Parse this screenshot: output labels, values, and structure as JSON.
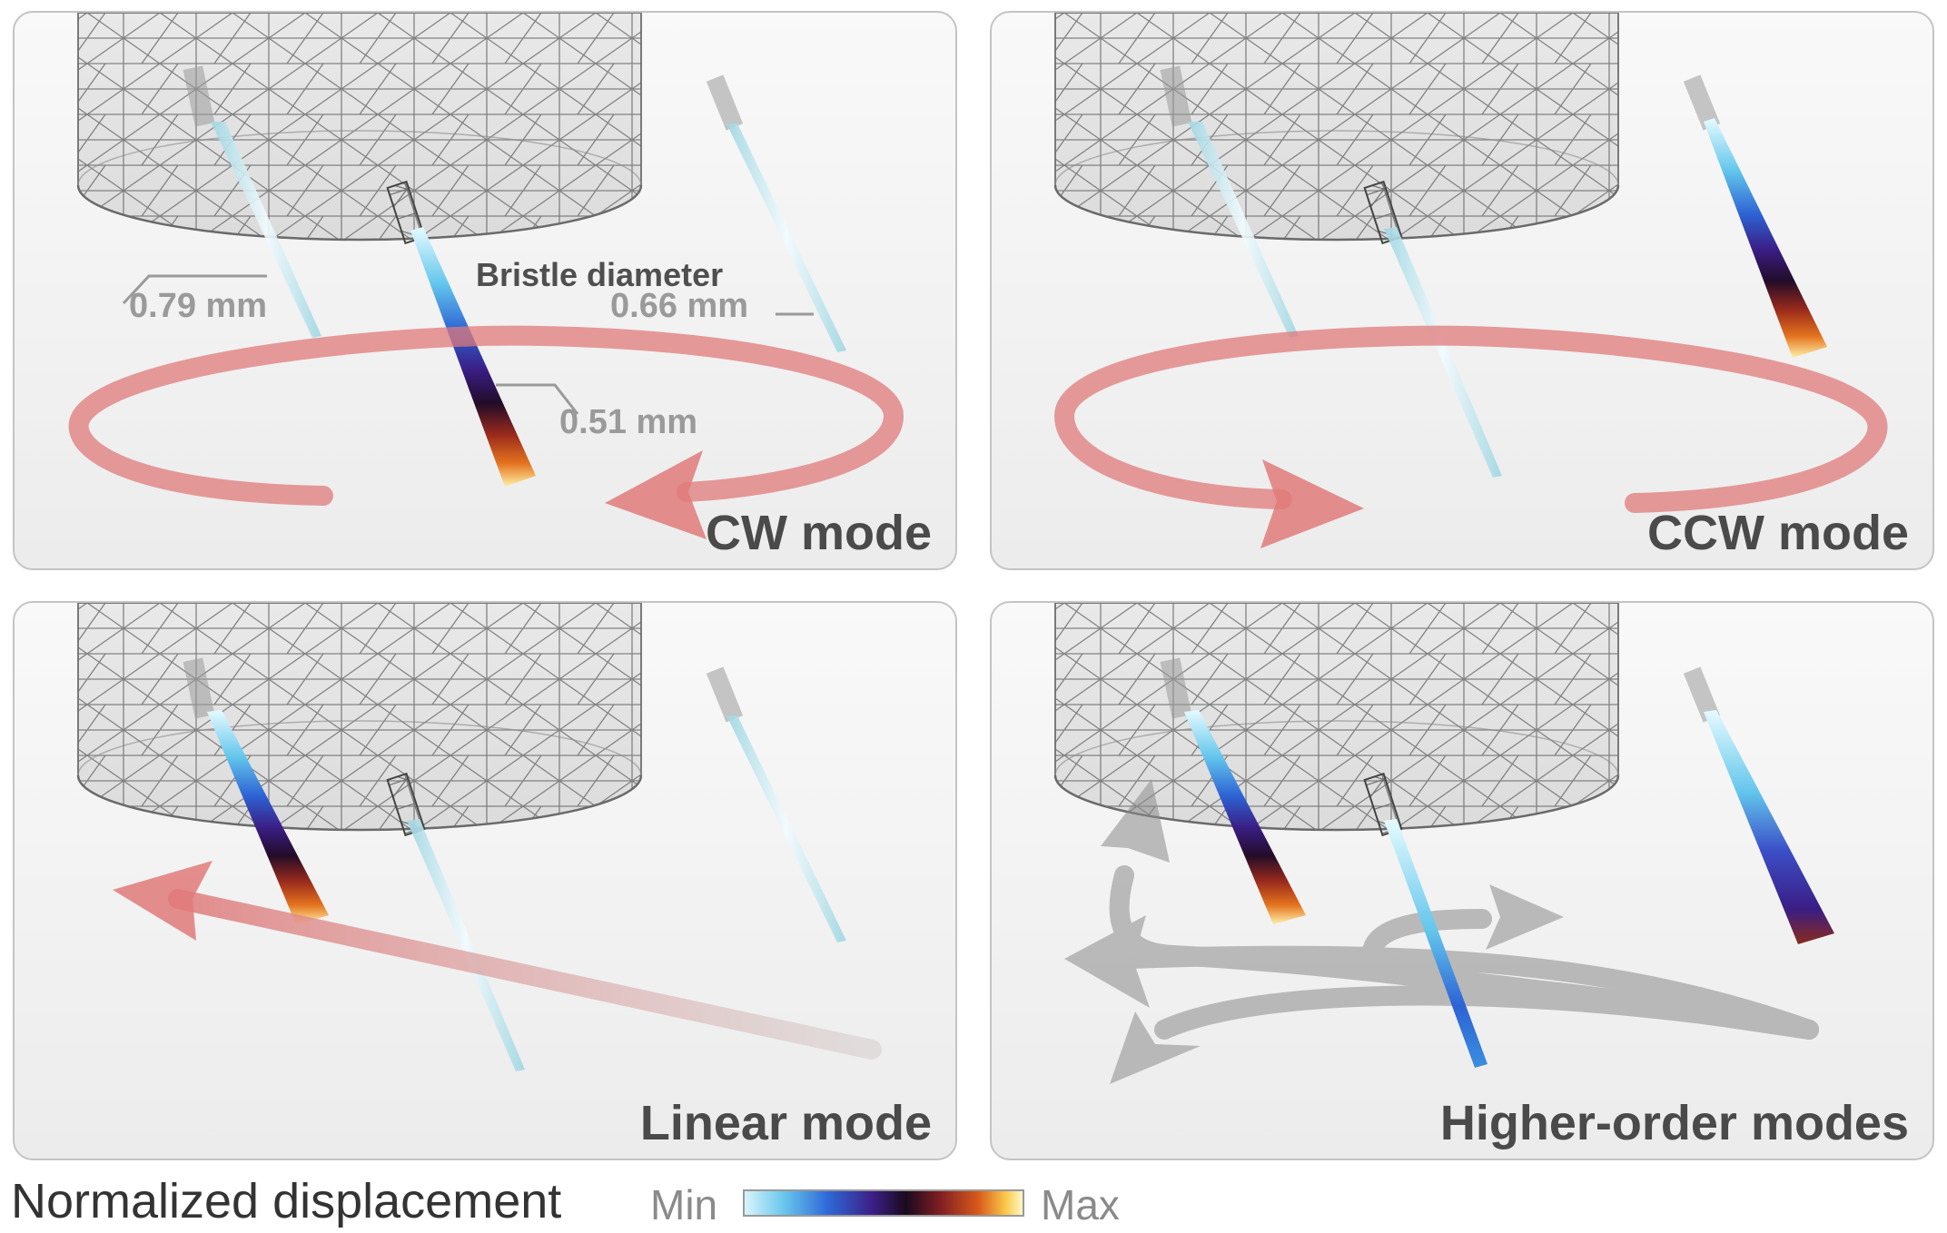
{
  "panels": [
    {
      "id": "cw",
      "label": "CW mode"
    },
    {
      "id": "ccw",
      "label": "CCW mode"
    },
    {
      "id": "linear",
      "label": "Linear mode"
    },
    {
      "id": "higher",
      "label": "Higher-order modes"
    }
  ],
  "annotations": {
    "heading": "Bristle diameter",
    "left_diameter": "0.79 mm",
    "right_diameter": "0.66 mm",
    "center_diameter": "0.51 mm"
  },
  "legend": {
    "title": "Normalized displacement",
    "min_label": "Min",
    "max_label": "Max"
  },
  "colors": {
    "motion_arrow": "#e07a7a",
    "higher_order_arrow": "#9a9a9a",
    "mesh_line": "#6e6e6e",
    "label_text": "#4a4a4a"
  }
}
